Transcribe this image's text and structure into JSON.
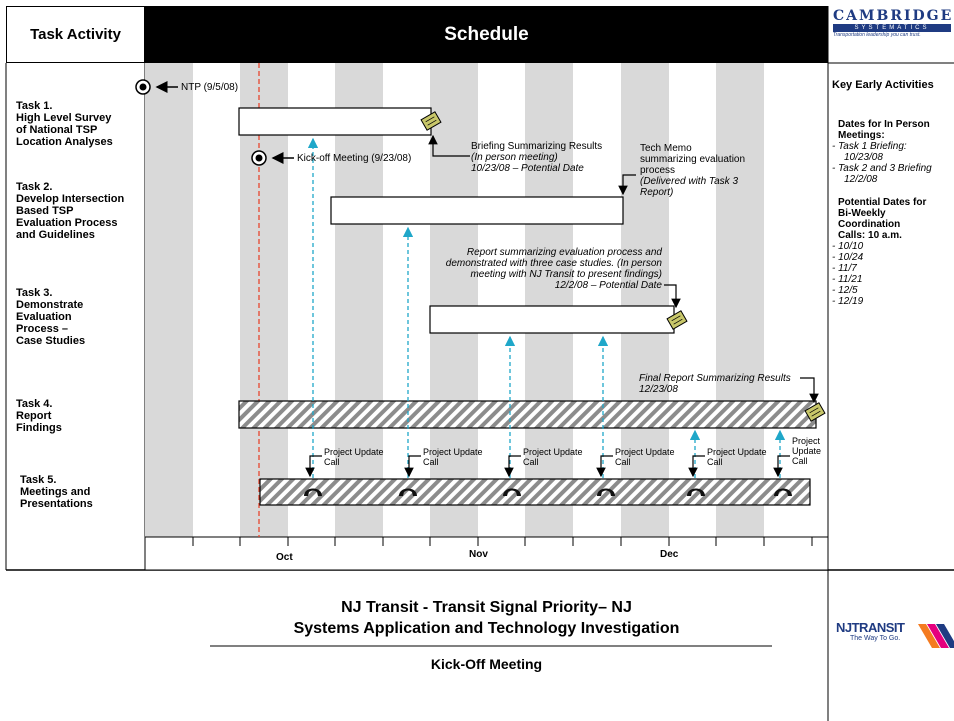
{
  "header": {
    "left_title": "Task Activity",
    "schedule_title": "Schedule"
  },
  "logo": {
    "name": "CAMBRIDGE",
    "sub": "SYSTEMATICS",
    "tagline": "Transportation leadership you can trust."
  },
  "tasks": [
    {
      "lines": [
        "Task 1.",
        "High Level Survey",
        "of National TSP",
        "Location Analyses"
      ]
    },
    {
      "lines": [
        "Task 2.",
        "Develop Intersection",
        "Based TSP",
        "Evaluation Process",
        "and Guidelines"
      ]
    },
    {
      "lines": [
        "Task 3.",
        "Demonstrate",
        "Evaluation",
        "Process –",
        "Case Studies"
      ]
    },
    {
      "lines": [
        "Task 4.",
        "Report",
        "Findings"
      ]
    },
    {
      "lines": [
        "Task 5.",
        "Meetings and",
        "Presentations"
      ]
    }
  ],
  "milestones": {
    "ntp": "NTP (9/5/08)",
    "kickoff": "Kick-off Meeting (9/23/08)"
  },
  "notes": {
    "briefing": {
      "line1": "Briefing Summarizing Results",
      "line2": "(In person meeting)",
      "line3": "10/23/08 – Potential Date"
    },
    "tech_memo": {
      "line1": "Tech Memo",
      "line2": "summarizing evaluation",
      "line3": "process",
      "line4": "(Delivered with Task 3",
      "line5": "Report)"
    },
    "report_eval": {
      "line1": "Report summarizing evaluation process and",
      "line2": "demonstrated with three case studies. (In person",
      "line3": "meeting with NJ Transit to present findings)",
      "line4": "12/2/08 – Potential Date"
    },
    "final_report": {
      "line1": "Final Report Summarizing Results",
      "line2": "12/23/08"
    }
  },
  "calls": [
    {
      "line1": "Project Update",
      "line2": "Call"
    },
    {
      "line1": "Project Update",
      "line2": "Call"
    },
    {
      "line1": "Project Update",
      "line2": "Call"
    },
    {
      "line1": "Project Update",
      "line2": "Call"
    },
    {
      "line1": "Project Update",
      "line2": "Call"
    },
    {
      "line1": "Project",
      "line2": "Update",
      "line3": "Call"
    }
  ],
  "months": [
    "Oct",
    "Nov",
    "Dec"
  ],
  "right_panel": {
    "title": "Key Early Activities",
    "dates_head_1": "Dates for In Person",
    "dates_head_2": "Meetings:",
    "d1a": "- Task 1 Briefing:",
    "d1b": "10/23/08",
    "d2a": "- Task 2 and 3 Briefing",
    "d2b": "12/2/08",
    "pot1": "Potential Dates for",
    "pot2": "Bi-Weekly",
    "pot3": "Coordination",
    "pot4": "Calls: 10 a.m.",
    "call_dates": [
      "- 10/10",
      "- 10/24",
      "- 11/7",
      "- 11/21",
      "- 12/5",
      "- 12/19"
    ]
  },
  "footer": {
    "title_line1": "NJ Transit - Transit Signal Priority– NJ",
    "title_line2": "Systems Application and Technology Investigation",
    "subtitle": "Kick-Off Meeting"
  },
  "nj_logo": {
    "name": "NJTRANSIT",
    "tagline": "The Way To Go."
  }
}
